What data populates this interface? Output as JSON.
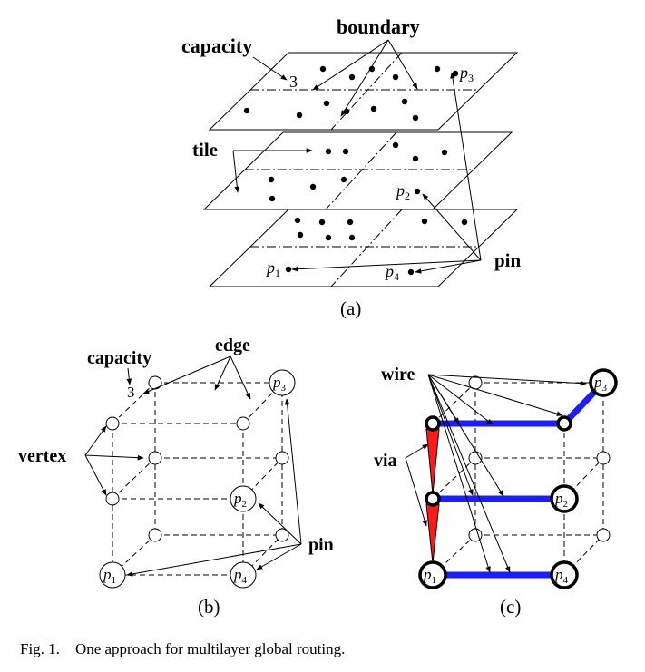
{
  "panel_a": {
    "label_capacity": "capacity",
    "label_boundary": "boundary",
    "label_tile": "tile",
    "label_pin": "pin",
    "capacity_value": "3",
    "pin_p": "p",
    "pin_1": "1",
    "pin_2": "2",
    "pin_3": "3",
    "pin_4": "4",
    "panel_label": "(a)"
  },
  "panel_b": {
    "label_capacity": "capacity",
    "label_edge": "edge",
    "label_vertex": "vertex",
    "label_pin": "pin",
    "capacity_value": "3",
    "pin_p": "p",
    "pin_1": "1",
    "pin_2": "2",
    "pin_3": "3",
    "pin_4": "4",
    "panel_label": "(b)"
  },
  "panel_c": {
    "label_wire": "wire",
    "label_via": "via",
    "pin_p": "p",
    "pin_1": "1",
    "pin_2": "2",
    "pin_3": "3",
    "pin_4": "4",
    "panel_label": "(c)"
  },
  "caption": {
    "fig_label": "Fig. 1.",
    "text": "One approach for multilayer global routing."
  },
  "colors": {
    "wire": "#1d1dff",
    "via": "#ff1a1a"
  }
}
